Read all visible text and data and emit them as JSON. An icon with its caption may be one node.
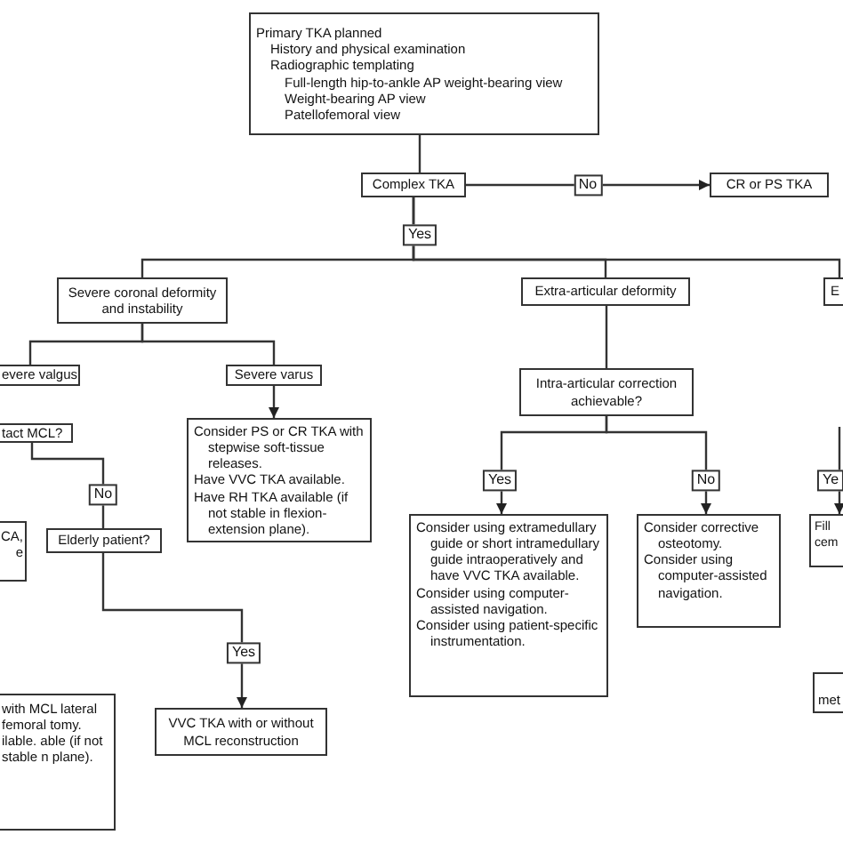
{
  "diagram": {
    "nodes": [
      {
        "text": [
          "Primary TKA planned",
          "History and physical examination",
          "Radiographic templating",
          "Full-length hip-to-ankle AP weight-bearing view",
          "Weight-bearing AP view",
          "Patellofemoral view"
        ]
      },
      {
        "text": [
          "Complex TKA"
        ]
      },
      {
        "text": [
          "CR or PS TKA"
        ]
      },
      {
        "text": [
          "Severe coronal deformity and instability"
        ]
      },
      {
        "text": [
          "Extra-articular deformity"
        ]
      },
      {
        "text": [
          "E"
        ]
      },
      {
        "text": [
          "evere valgus"
        ]
      },
      {
        "text": [
          "Severe varus"
        ]
      },
      {
        "text": [
          "tact MCL?"
        ]
      },
      {
        "text": [
          "Consider PS or CR TKA with stepwise soft-tissue releases.",
          "Have VVC TKA available.",
          "Have RH TKA available (if not stable in flexion-extension plane)."
        ]
      },
      {
        "text": [
          "CA, e"
        ]
      },
      {
        "text": [
          "Elderly patient?"
        ]
      },
      {
        "text": [
          "with MCL lateral femoral tomy. ilable. able (if not stable n plane)."
        ]
      },
      {
        "text": [
          "VVC TKA with or without MCL reconstruction"
        ]
      },
      {
        "text": [
          "Intra-articular correction achievable?"
        ]
      },
      {
        "text": [
          "Consider using extramedullary guide or short intramedullary guide intraoperatively and have VVC TKA available.",
          "Consider using computer-assisted navigation.",
          "Consider using patient-specific instrumentation."
        ]
      },
      {
        "text": [
          "Consider corrective osteotomy.",
          "Consider using computer-assisted navigation."
        ]
      },
      {
        "text": [
          "Fill cem"
        ]
      },
      {
        "text": [
          "met"
        ]
      }
    ],
    "edges": [
      {
        "from": 0,
        "to": 1,
        "arrow": "none"
      },
      {
        "from": 1,
        "to": 2,
        "arrow": "to",
        "label": "No"
      },
      {
        "from": 1,
        "to": 3,
        "arrow": "none",
        "label": "Yes"
      },
      {
        "from": 1,
        "to": 4,
        "arrow": "none"
      },
      {
        "from": 1,
        "to": 5,
        "arrow": "none"
      },
      {
        "from": 3,
        "to": 6,
        "arrow": "none"
      },
      {
        "from": 3,
        "to": 7,
        "arrow": "none"
      },
      {
        "from": 7,
        "to": 9,
        "arrow": "to"
      },
      {
        "from": 8,
        "to": 11,
        "arrow": "none",
        "label": "No"
      },
      {
        "from": 11,
        "to": 13,
        "arrow": "to",
        "label": "Yes"
      },
      {
        "from": 4,
        "to": 14,
        "arrow": "none"
      },
      {
        "from": 14,
        "to": 15,
        "arrow": "to",
        "label": "Yes"
      },
      {
        "from": 14,
        "to": 16,
        "arrow": "to",
        "label": "No"
      },
      {
        "from": null,
        "to": 17,
        "arrow": "to",
        "label": "Ye"
      }
    ]
  }
}
